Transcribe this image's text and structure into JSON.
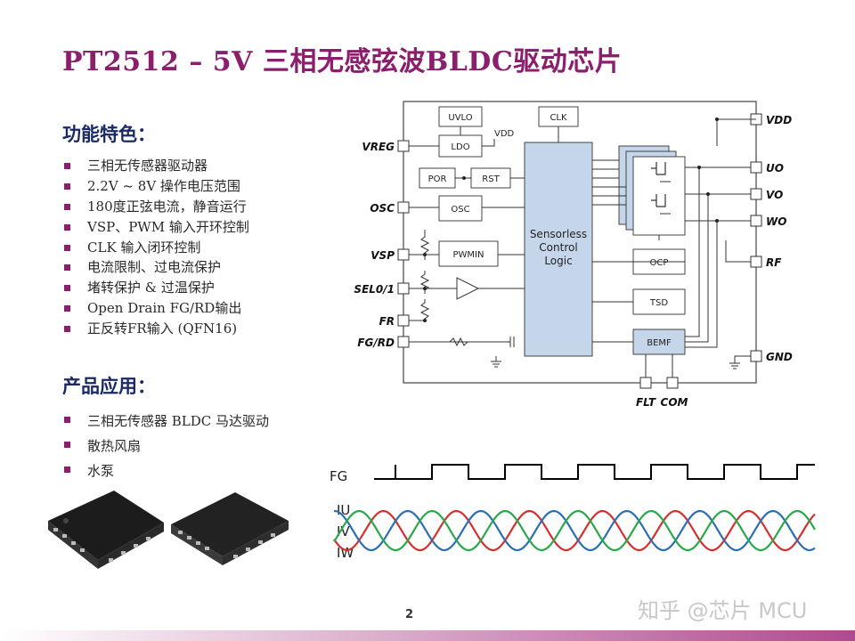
{
  "title": "PT2512 – 5V 三相无感弦波BLDC驱动芯片",
  "features": {
    "heading": "功能特色：",
    "items": [
      "三相无传感器驱动器",
      "2.2V ~ 8V 操作电压范围",
      "180度正弦电流，静音运行",
      "VSP、PWM 输入开环控制",
      "CLK 输入闭环控制",
      "电流限制、过电流保护",
      "堵转保护 & 过温保护",
      "Open Drain FG/RD输出",
      "正反转FR输入 (QFN16)"
    ]
  },
  "applications": {
    "heading": "产品应用：",
    "items": [
      "三相无传感器 BLDC 马达驱动",
      "散热风扇",
      "水泵"
    ]
  },
  "block_diagram": {
    "blocks": {
      "uvlo": "UVLO",
      "ldo": "LDO",
      "vdd_internal": "VDD",
      "clk": "CLK",
      "por": "POR",
      "rst": "RST",
      "osc": "OSC",
      "pwmin": "PWMIN",
      "core_line1": "Sensorless",
      "core_line2": "Control",
      "core_line3": "Logic",
      "ocp": "OCP",
      "tsd": "TSD",
      "bemf": "BEMF"
    },
    "pins_left": [
      "VREG",
      "OSC",
      "VSP",
      "SEL0/1",
      "FR",
      "FG/RD"
    ],
    "pins_right": [
      "VDD",
      "UO",
      "VO",
      "WO",
      "RF",
      "GND"
    ],
    "pins_bottom": [
      "FLT",
      "COM"
    ]
  },
  "waveforms": {
    "labels": [
      "FG",
      "IU",
      "IV",
      "IW"
    ],
    "colors": {
      "iu": "#d62f2f",
      "iv": "#2a6fb5",
      "iw": "#2aa84a",
      "fg": "#000000"
    }
  },
  "page_number": "2",
  "watermark": "知乎 @芯片 MCU",
  "colors": {
    "title": "#8b1f6e",
    "heading": "#1a2a66",
    "bullet": "#8b1f6e",
    "block_fill": "#c5d5ea"
  }
}
